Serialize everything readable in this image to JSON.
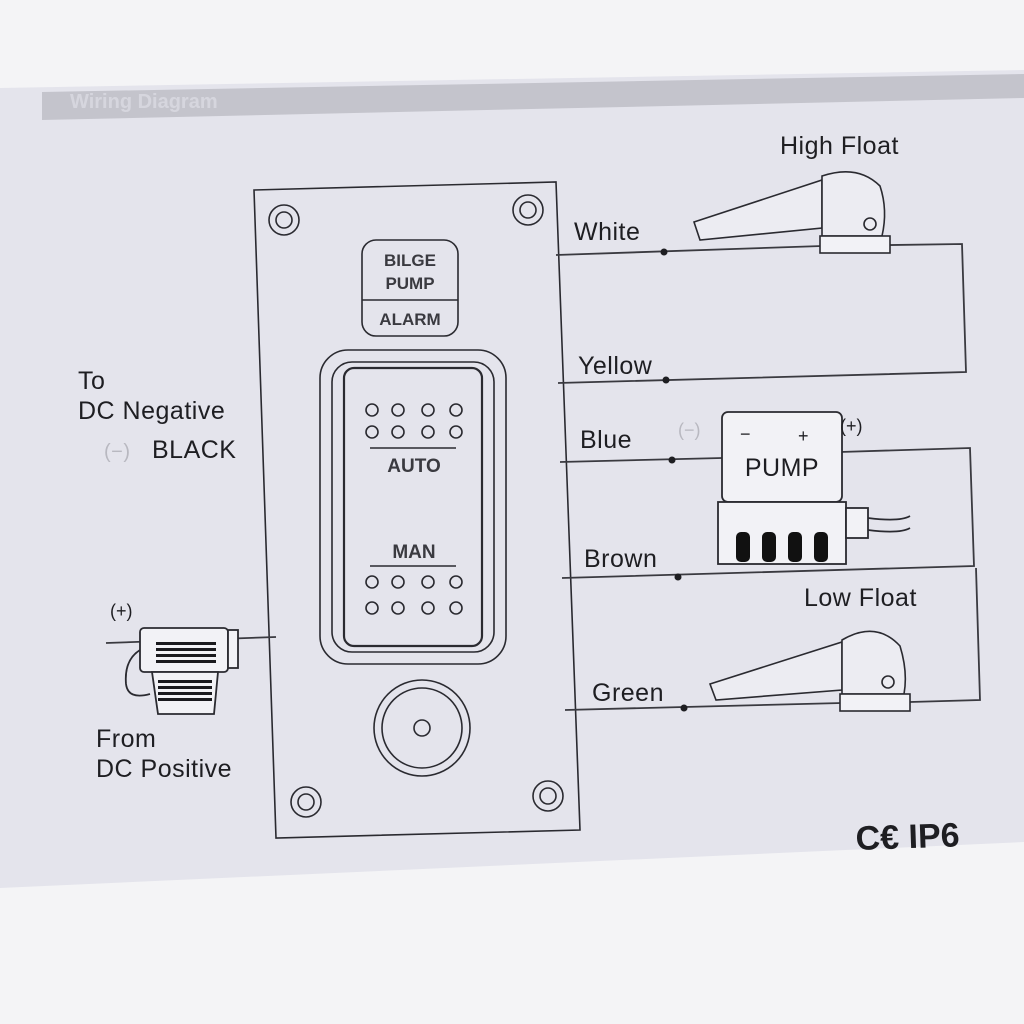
{
  "header": {
    "title": "Wiring Diagram"
  },
  "panel": {
    "indicator_line1": "BILGE",
    "indicator_line2": "PUMP",
    "indicator_line3": "ALARM",
    "switch_auto": "AUTO",
    "switch_man": "MAN"
  },
  "left": {
    "neg_line1": "To",
    "neg_line2": "DC Negative",
    "neg_sign": "(−)",
    "neg_color": "BLACK",
    "pos_sign": "(+)",
    "pos_line1": "From",
    "pos_line2": "DC Positive"
  },
  "wires": {
    "white": "White",
    "yellow": "Yellow",
    "blue": "Blue",
    "brown": "Brown",
    "green": "Green"
  },
  "components": {
    "high_float": "High Float",
    "low_float": "Low Float",
    "pump_label": "PUMP",
    "pump_neg": "(−)",
    "pump_pos": "(+)",
    "pump_minus": "−",
    "pump_plus": "+"
  },
  "footer": {
    "mark": "C€ IP6"
  },
  "colors": {
    "paper": "#e4e4ec",
    "ink": "#1e1e22",
    "header_bar": "#c4c4cc",
    "background": "#f4f4f6"
  }
}
